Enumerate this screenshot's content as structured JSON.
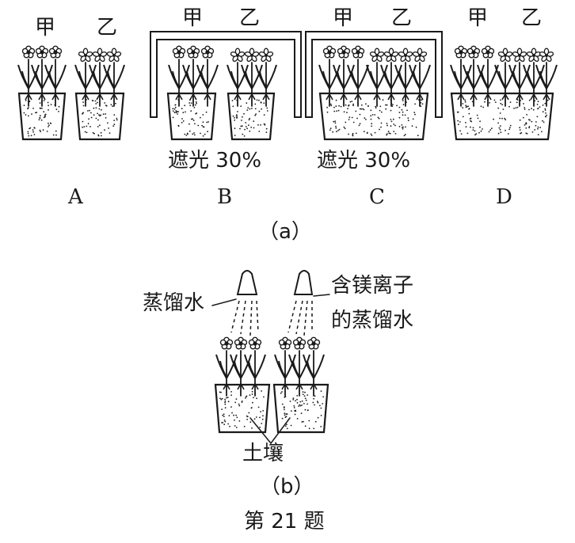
{
  "figure_a": {
    "caption": "（a）",
    "plant_labels": [
      "甲",
      "乙"
    ],
    "groups": [
      {
        "id": "A",
        "label": "A",
        "shade_note": ""
      },
      {
        "id": "B",
        "label": "B",
        "shade_note": "遮光 30%"
      },
      {
        "id": "C",
        "label": "C",
        "shade_note": "遮光 30%"
      },
      {
        "id": "D",
        "label": "D",
        "shade_note": ""
      }
    ]
  },
  "figure_b": {
    "caption": "（b）",
    "water_left": "蒸馏水",
    "water_right_line1": "含镁离子",
    "water_right_line2": "的蒸馏水",
    "soil": "土壤"
  },
  "question_label": "第 21 题"
}
